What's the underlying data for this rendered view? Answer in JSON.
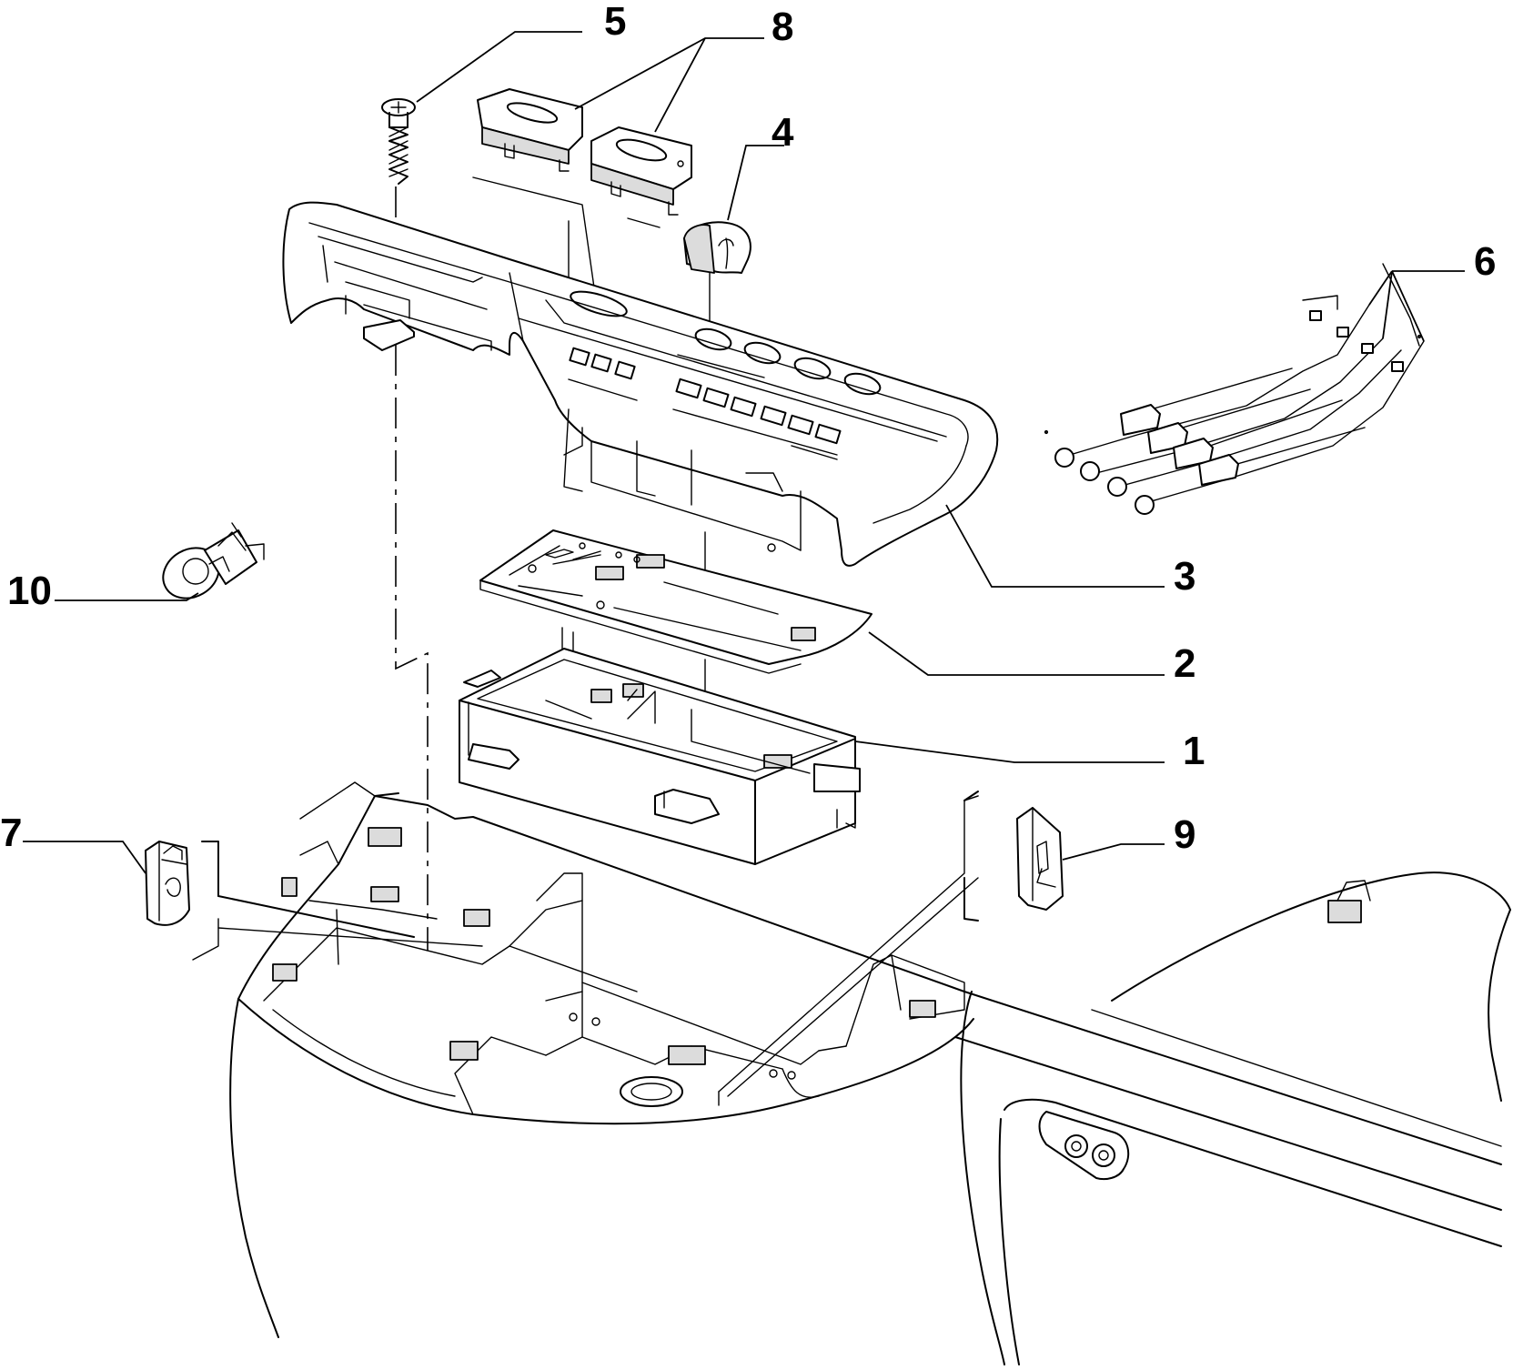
{
  "diagram": {
    "labels": {
      "box": "1",
      "circuit_board": "2",
      "console_housing": "3",
      "knob": "4",
      "screw": "5",
      "wire_harness": "6",
      "clip": "7",
      "switches": "8",
      "clamp": "9",
      "bulb": "10"
    }
  }
}
